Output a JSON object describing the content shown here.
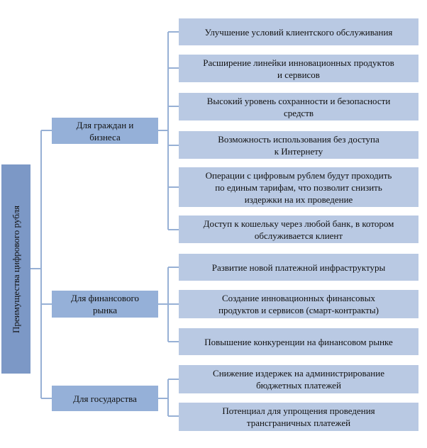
{
  "root": {
    "label": "Преимущества цифрового рубля"
  },
  "groups": [
    {
      "label_lines": [
        "Для граждан и",
        "бизнеса"
      ],
      "items": [
        {
          "lines": [
            "Улучшение  условий клиентского  обслуживания"
          ]
        },
        {
          "lines": [
            "Расширение линейки инновационных продуктов",
            "и сервисов"
          ]
        },
        {
          "lines": [
            "Высокий уровень сохранности и безопасности",
            "средств"
          ]
        },
        {
          "lines": [
            "Возможность  использования без доступа",
            "к Интернету"
          ]
        },
        {
          "lines": [
            "Операции с цифровым рублем будут  проходить",
            "по единым тарифам, что позволит снизить",
            "издержки на их проведение"
          ]
        },
        {
          "lines": [
            "Доступ к кошельку  через любой банк, в котором",
            "обслуживается клиент"
          ]
        }
      ]
    },
    {
      "label_lines": [
        "Для финансового",
        "рынка"
      ],
      "items": [
        {
          "lines": [
            "Развитие новой платежной инфраструктуры"
          ]
        },
        {
          "lines": [
            "Создание инновационных финансовых",
            "продуктов и сервисов (смарт-контракты)"
          ]
        },
        {
          "lines": [
            "Повышение конкуренции  на финансовом рынке"
          ]
        }
      ]
    },
    {
      "label_lines": [
        "Для государства"
      ],
      "items": [
        {
          "lines": [
            "Снижение издержек на администрирование",
            "бюджетных платежей"
          ]
        },
        {
          "lines": [
            "Потенциал для упрощения  проведения",
            "трансграничных платежей"
          ]
        }
      ]
    }
  ]
}
